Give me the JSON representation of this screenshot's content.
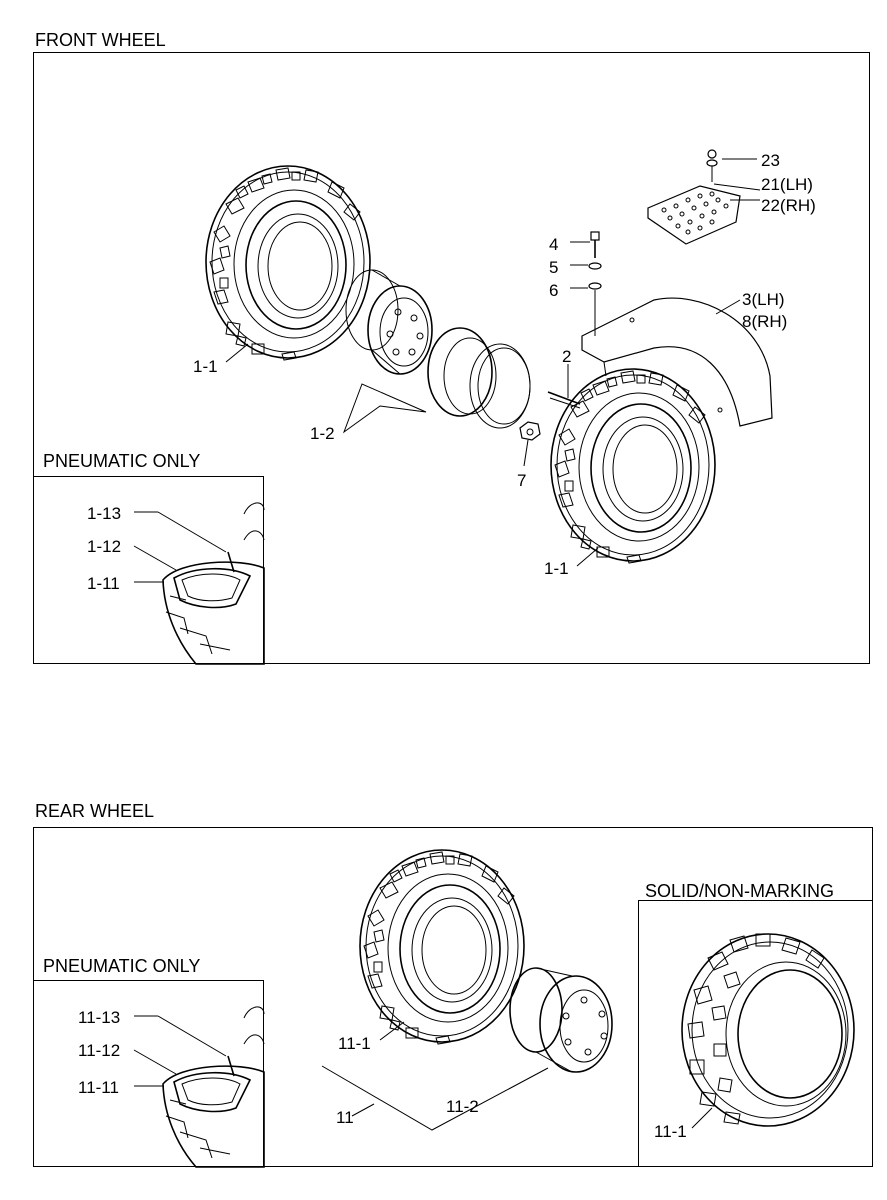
{
  "front": {
    "title": "FRONT WHEEL",
    "inset_title": "PNEUMATIC ONLY",
    "labels": {
      "tire_left": "1-1",
      "tire_right": "1-1",
      "rim": "1-2",
      "stud": "2",
      "fender_lh": "3(LH)",
      "fender_rh": "8(RH)",
      "bolt": "4",
      "washer": "5",
      "lockwasher": "6",
      "nut": "7",
      "plate_lh": "21(LH)",
      "plate_rh": "22(RH)",
      "screw": "23",
      "tube": "1-11",
      "flap": "1-12",
      "valve": "1-13"
    }
  },
  "rear": {
    "title": "REAR WHEEL",
    "inset_title": "PNEUMATIC ONLY",
    "solid_title": "SOLID/NON-MARKING",
    "labels": {
      "tire": "11-1",
      "rim": "11-2",
      "assembly": "11",
      "solid_tire": "11-1",
      "tube": "11-11",
      "flap": "11-12",
      "valve": "11-13"
    }
  }
}
